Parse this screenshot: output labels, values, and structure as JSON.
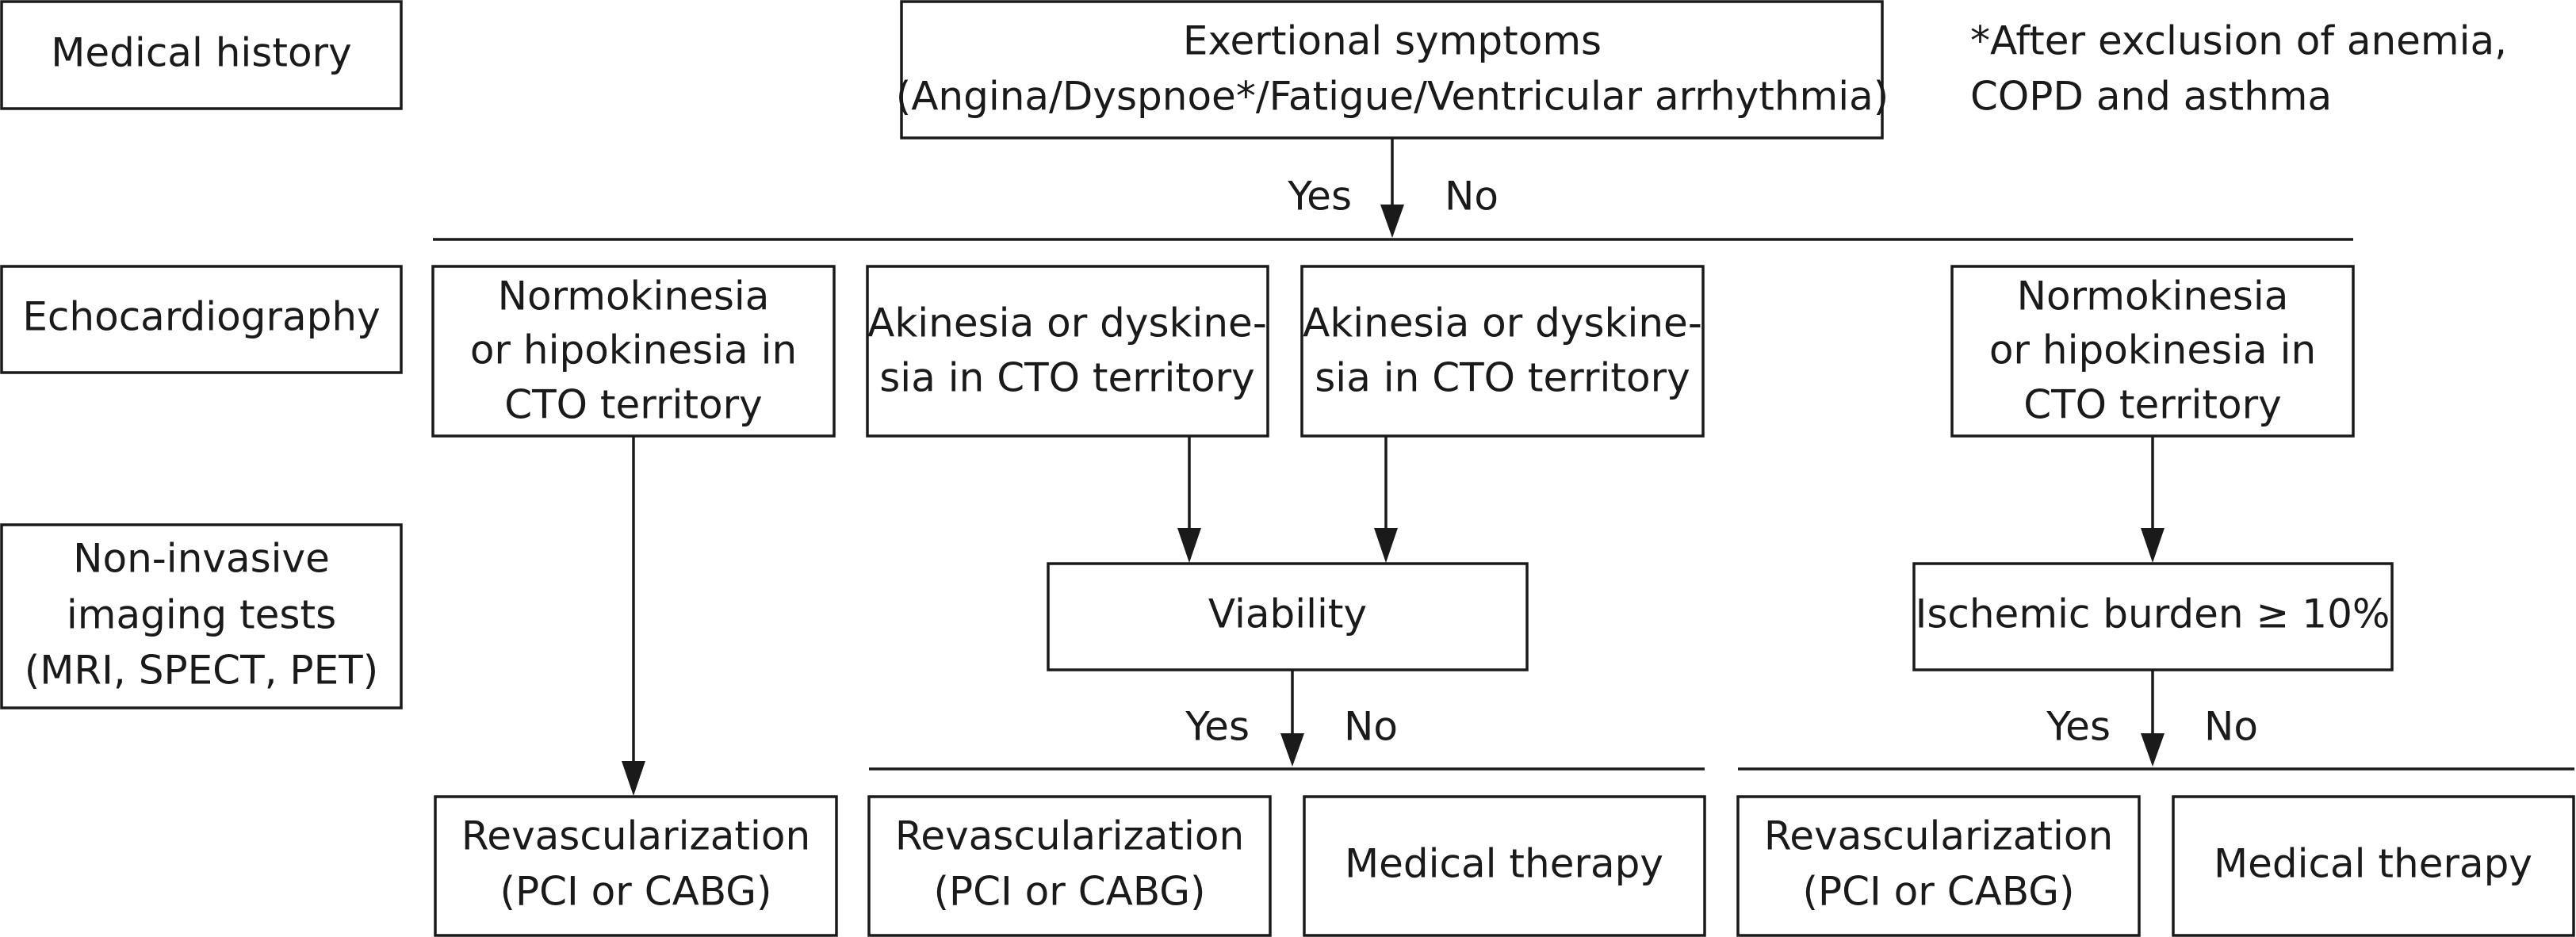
{
  "rows": {
    "medical_history": "Medical history",
    "echocardiography": "Echocardiography",
    "noninvasive": [
      "Non-invasive",
      "imaging tests",
      "(MRI, SPECT, PET)"
    ]
  },
  "top": {
    "symptoms": [
      "Exertional symptoms",
      "(Angina/Dyspnoe*/Fatigue/Ventricular arrhythmia)"
    ],
    "footnote": [
      "*After exclusion of anemia,",
      "COPD and asthma"
    ],
    "yes": "Yes",
    "no": "No"
  },
  "echo": {
    "normo_left": [
      "Normokinesia",
      "or hipokinesia in",
      "CTO territory"
    ],
    "akinesia_left": [
      "Akinesia or dyskine-",
      "sia in CTO territory"
    ],
    "akinesia_right": [
      "Akinesia or dyskine-",
      "sia in CTO territory"
    ],
    "normo_right": [
      "Normokinesia",
      "or hipokinesia in",
      "CTO territory"
    ]
  },
  "tests": {
    "viability": "Viability",
    "ischemic": "Ischemic burden ≥ 10%"
  },
  "branch_viability": {
    "yes": "Yes",
    "no": "No"
  },
  "branch_ischemic": {
    "yes": "Yes",
    "no": "No"
  },
  "outcomes": {
    "revasc_1": [
      "Revascularization",
      "(PCI or CABG)"
    ],
    "revasc_2": [
      "Revascularization",
      "(PCI or CABG)"
    ],
    "medical_1": "Medical therapy",
    "revasc_3": [
      "Revascularization",
      "(PCI or CABG)"
    ],
    "medical_2": "Medical therapy"
  }
}
